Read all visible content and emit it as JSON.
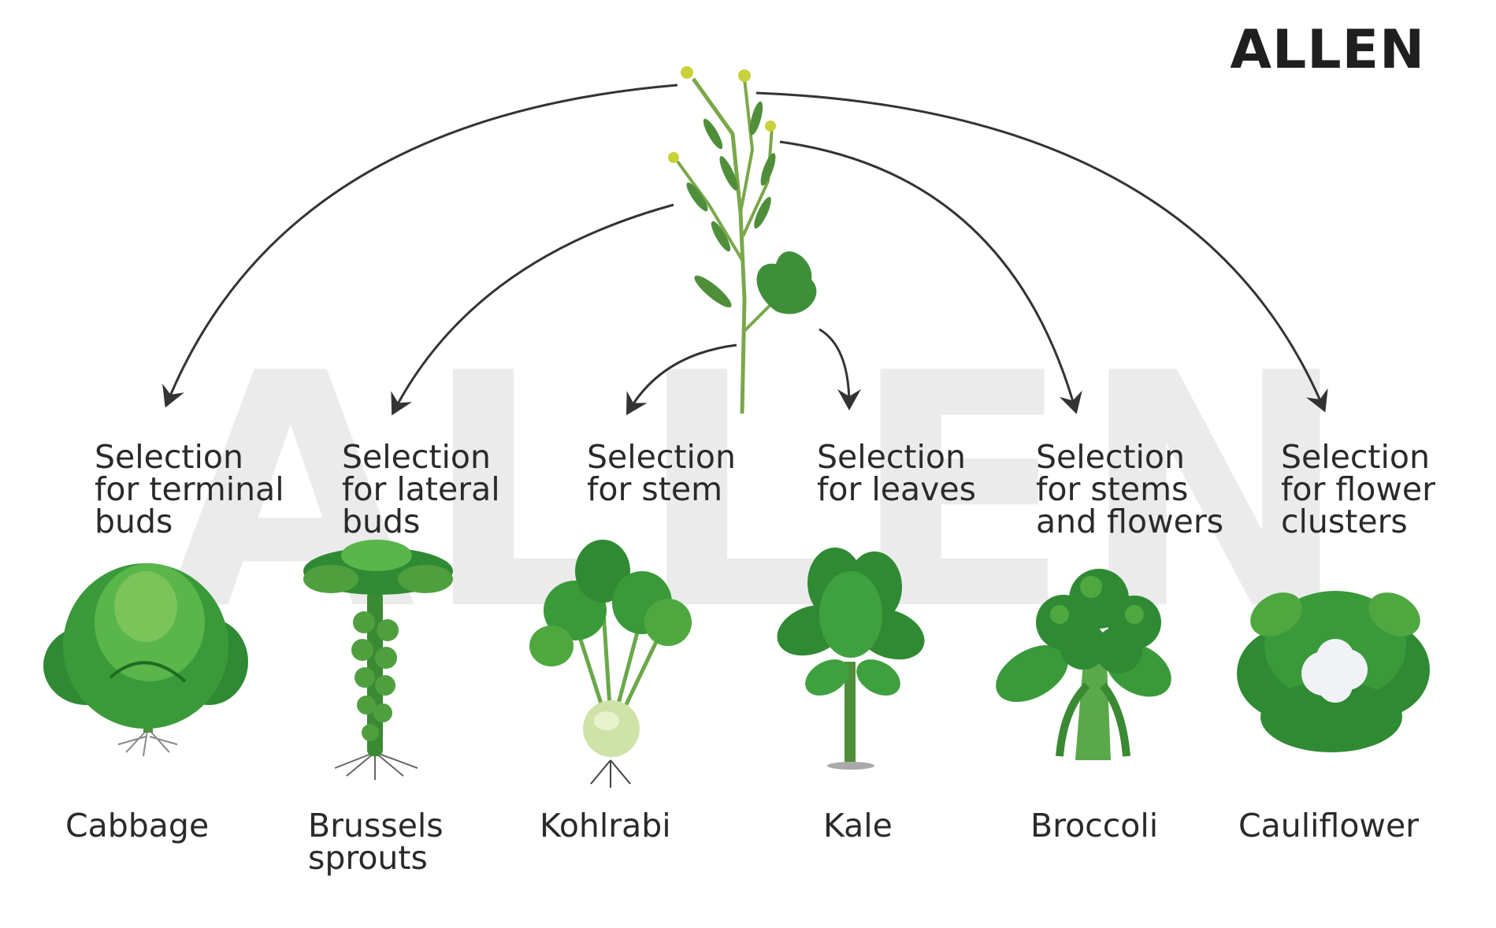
{
  "logo": "ALLEN",
  "watermark": "ALLEN",
  "selections": [
    "Selection\nfor terminal\nbuds",
    "Selection\nfor lateral\nbuds",
    "Selection\nfor stem",
    "Selection\nfor leaves",
    "Selection\nfor stems\nand flowers",
    "Selection\nfor flower\nclusters"
  ],
  "vegetables": [
    "Cabbage",
    "Brussels\nsprouts",
    "Kohlrabi",
    "Kale",
    "Broccoli",
    "Cauliflower"
  ],
  "colors": {
    "leaf": "#3a9a3a",
    "leaf_dark": "#1f6b22",
    "stem": "#7aa84a",
    "flower": "#c9d23a",
    "arrow": "#333333",
    "watermark": "#ebebeb"
  }
}
